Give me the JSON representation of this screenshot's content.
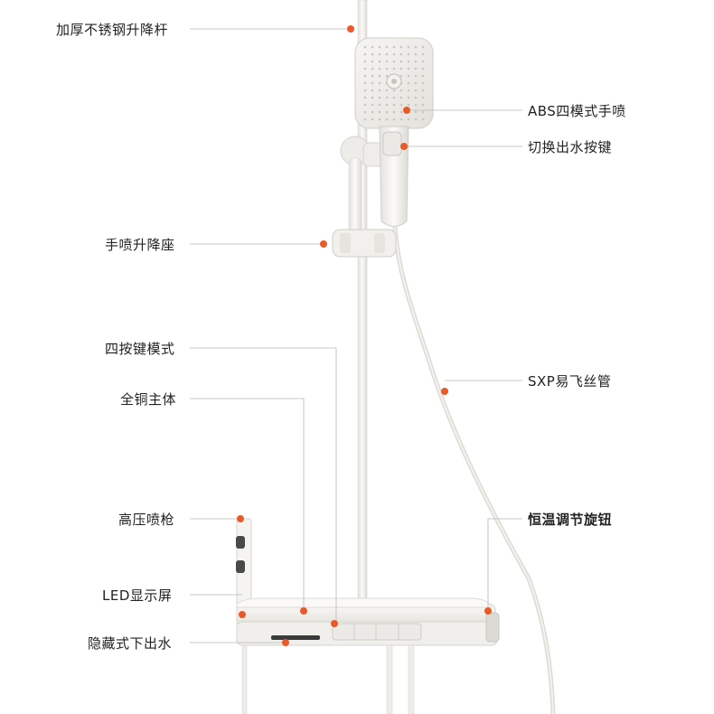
{
  "labels": {
    "rod": "加厚不锈钢升降杆",
    "handheld_abs": "ABS四模式手喷",
    "switch_button": "切换出水按键",
    "handheld_holder": "手喷升降座",
    "four_button_mode": "四按键模式",
    "copper_body": "全铜主体",
    "hose": "SXP易飞丝管",
    "pressure_gun": "高压喷枪",
    "thermostat_knob": "恒温调节旋钮",
    "led_display": "LED显示屏",
    "hidden_outlet": "隐藏式下出水"
  },
  "colors": {
    "marker": "#e85a2a",
    "leader": "#b8b8b8",
    "product": "#f3f2ef",
    "product_edge": "#d9d7d2"
  }
}
